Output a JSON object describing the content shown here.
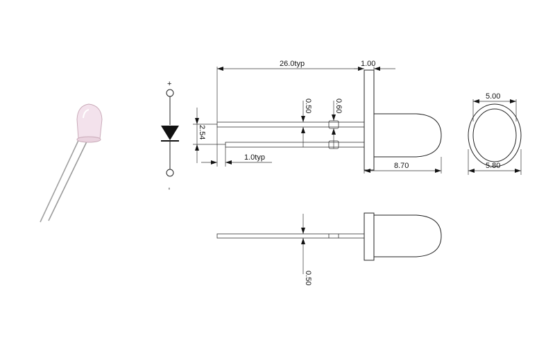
{
  "polarity": {
    "plus": "+",
    "minus": "-"
  },
  "dimensions": {
    "lead_length": "26.0typ",
    "flange_thickness": "1.00",
    "lead_width_top": "0.50",
    "lead_width_bump": "0.60",
    "lead_spacing": "2.54",
    "lead_offset": "1.0typ",
    "body_length": "8.70",
    "lens_diameter": "5.00",
    "flange_diameter": "5.80",
    "lead_thickness_bottom": "0.50"
  },
  "colors": {
    "line": "#222222",
    "led_body": "#f0dde8",
    "led_lead": "#9a9a9a"
  }
}
